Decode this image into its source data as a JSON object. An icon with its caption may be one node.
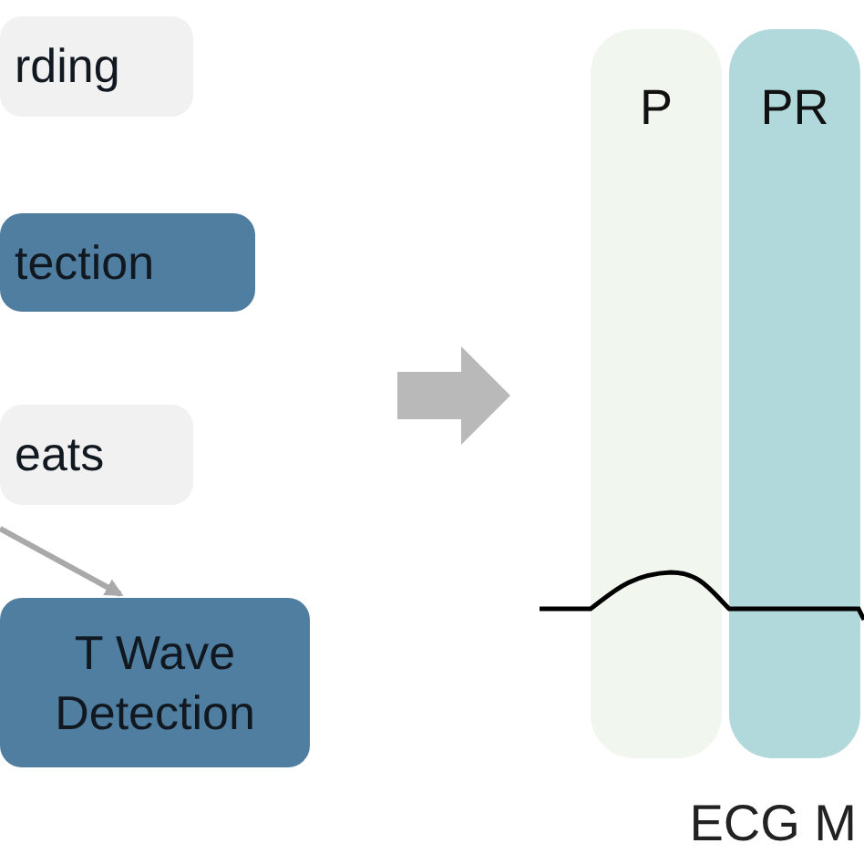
{
  "diagram": {
    "nodes": [
      {
        "text": [
          "rding"
        ]
      },
      {
        "text": [
          "tection"
        ]
      },
      {
        "text": [
          "eats"
        ]
      },
      {
        "text": [
          "T Wave Detection"
        ]
      },
      {
        "text": [
          "P"
        ]
      },
      {
        "text": [
          "PR"
        ]
      }
    ],
    "edges": [
      {
        "from": null,
        "to": 3,
        "arrow": "to"
      }
    ],
    "labels": [
      "ECG M"
    ]
  }
}
